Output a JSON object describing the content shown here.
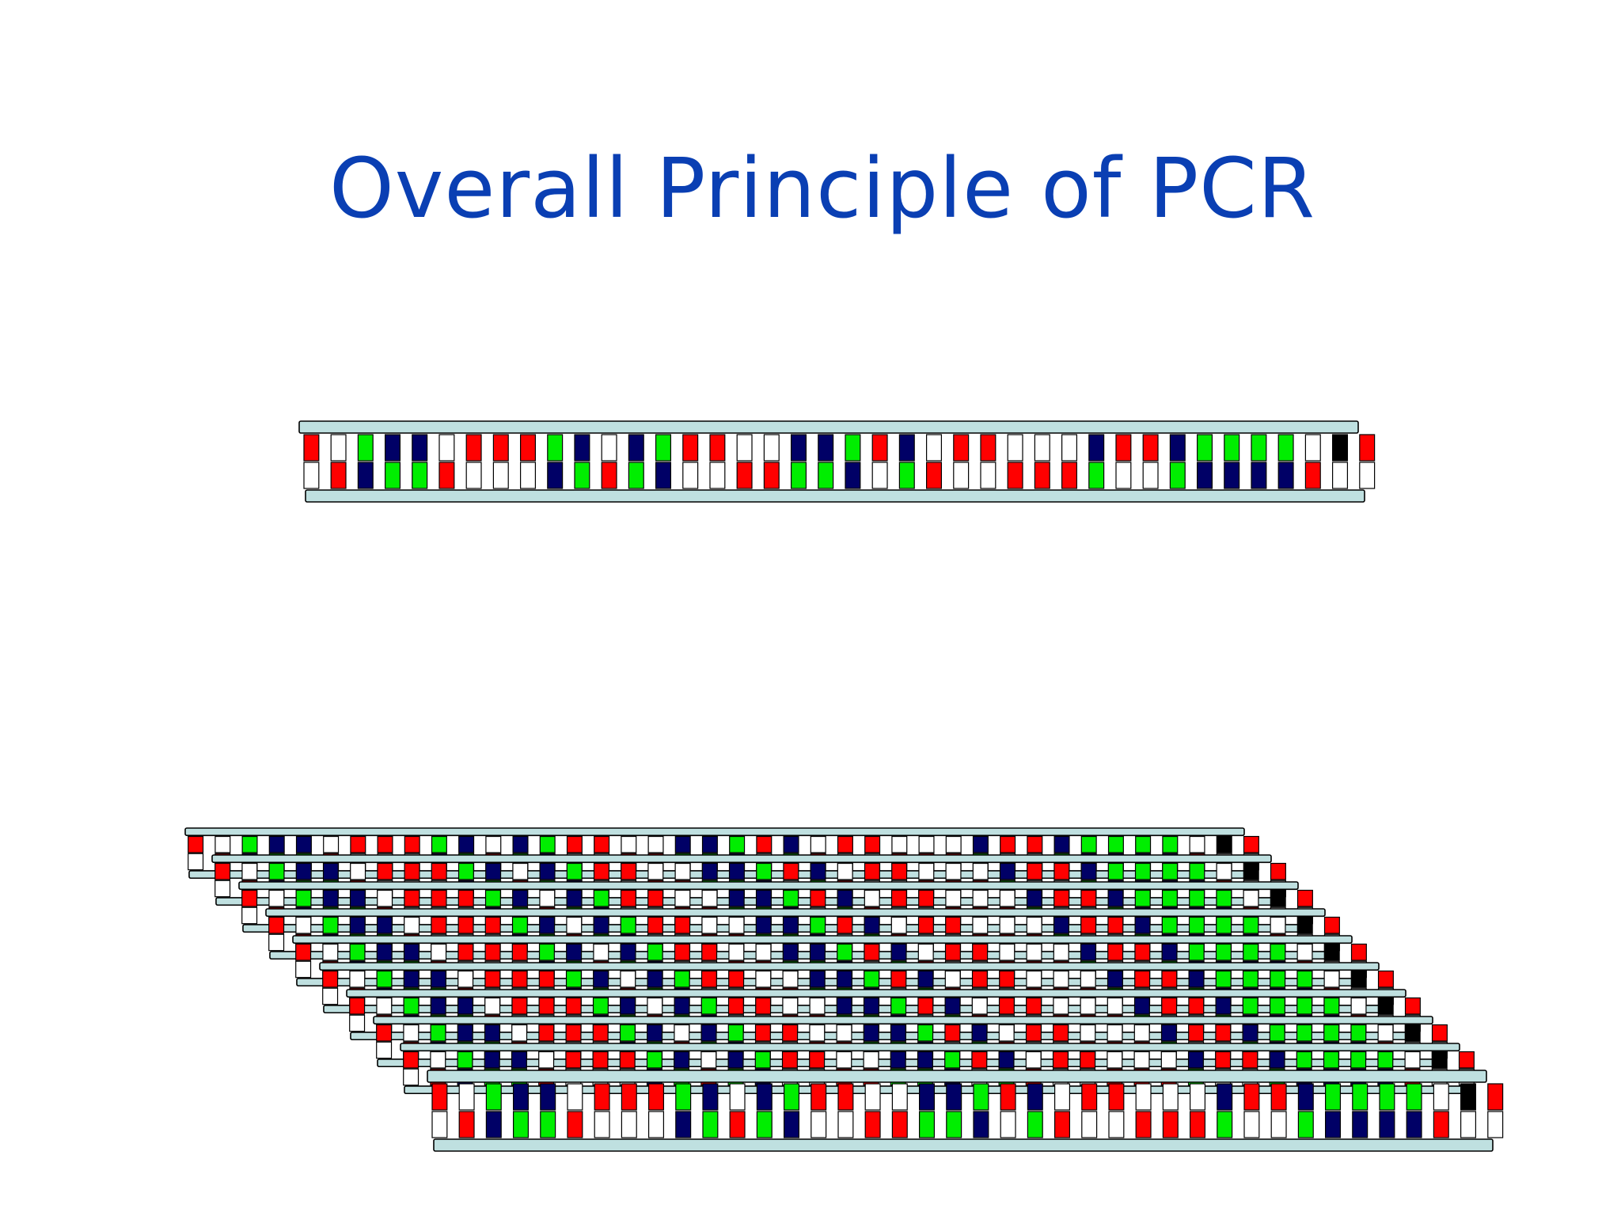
{
  "slide": {
    "title": "Overall Principle of PCR"
  },
  "colors": {
    "title": "#0a3fb3",
    "backbone": "#bfe0e0",
    "outline": "#000000",
    "A": "#ff0000",
    "T": "#ffffff",
    "G": "#00ee00",
    "C": "#000066",
    "X": "#000000"
  },
  "diagram": {
    "template_sequence": "RWGCCWRRRGCWCGRRWWCCGRCWRRWWWCRRCGGGGWXR",
    "amplified_copy_count": 10,
    "base_pairing": {
      "R": "W",
      "W": "R",
      "G": "C",
      "C": "G",
      "X": "W"
    }
  }
}
